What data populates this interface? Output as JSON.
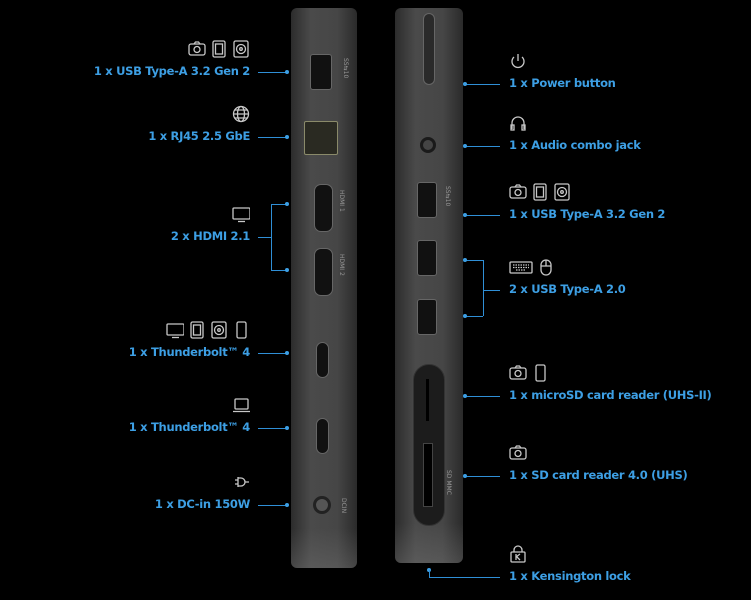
{
  "colors": {
    "background": "#000000",
    "label": "#3d9fe4",
    "line": "#2f8fd6",
    "device": "#454545",
    "icon": "#c8c8c8"
  },
  "left_callouts": [
    {
      "label": "1 x USB Type-A 3.2 Gen 2",
      "icons": [
        "camera-icon",
        "ssd-icon",
        "hdd-icon"
      ]
    },
    {
      "label": "1 x RJ45 2.5 GbE",
      "icons": [
        "globe-icon"
      ]
    },
    {
      "label": "2 x HDMI 2.1",
      "icons": [
        "monitor-icon"
      ]
    },
    {
      "label": "1 x Thunderbolt™ 4",
      "icons": [
        "monitor-icon",
        "ssd-icon",
        "hdd-icon",
        "phone-icon"
      ]
    },
    {
      "label": "1 x Thunderbolt™ 4",
      "icons": [
        "laptop-icon"
      ]
    },
    {
      "label": "1 x DC-in 150W",
      "icons": [
        "plug-icon"
      ]
    }
  ],
  "right_callouts": [
    {
      "label": "1 x Power button",
      "icons": [
        "power-icon"
      ]
    },
    {
      "label": "1 x Audio combo jack",
      "icons": [
        "headphones-icon"
      ]
    },
    {
      "label": "1 x USB Type-A 3.2 Gen 2",
      "icons": [
        "camera-icon",
        "ssd-icon",
        "hdd-icon"
      ]
    },
    {
      "label": "2 x USB Type-A 2.0",
      "icons": [
        "keyboard-icon",
        "mouse-icon"
      ]
    },
    {
      "label": "1 x microSD card reader (UHS-II)",
      "icons": [
        "camera-icon",
        "phone-icon"
      ]
    },
    {
      "label": "1 x SD card reader 4.0 (UHS)",
      "icons": [
        "camera-icon"
      ]
    },
    {
      "label": "1 x Kensington lock",
      "icons": [
        "kensington-lock-icon"
      ]
    }
  ],
  "port_markings": {
    "usb3": "SS⇆10",
    "hdmi1": "HDMI 1",
    "hdmi2": "HDMI 2",
    "sd": "SD MMC",
    "dc": "DCIN"
  }
}
